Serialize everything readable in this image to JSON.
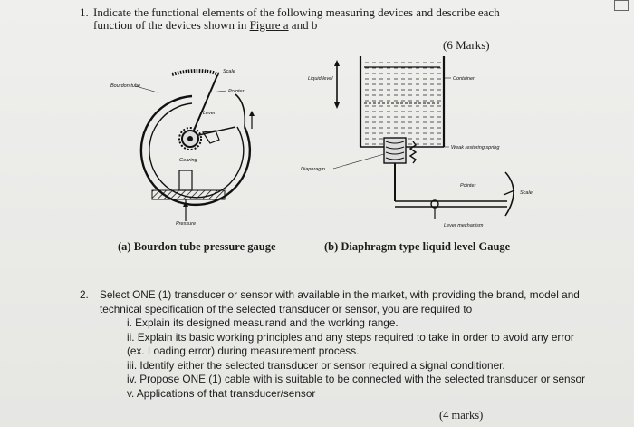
{
  "question1": {
    "number": "1.",
    "text_line1": "Indicate the functional elements of the following measuring devices and describe each",
    "text_line2_pre": "function of the devices shown in ",
    "figure_ref": "Figure  a",
    "text_line2_post": " and b",
    "marks": "(6 Marks)"
  },
  "figure_a": {
    "caption": "(a) Bourdon tube pressure gauge",
    "labels": {
      "bourdon_tube": "Bourdon tube",
      "scale": "Scale",
      "pointer": "Pointer",
      "lever": "Lever",
      "gearing": "Gearing",
      "pressure": "Pressure"
    }
  },
  "figure_b": {
    "caption": "(b) Diaphragm type liquid level Gauge",
    "labels": {
      "container": "Container",
      "liquid_level": "Liquid level",
      "weak_spring": "Weak restoring spring",
      "diaphragm": "Diaphragm",
      "pointer": "Pointer",
      "scale": "Scale",
      "lever_mechanism": "Lever mechanism"
    }
  },
  "question2": {
    "number": "2.",
    "intro": "Select ONE (1) transducer or sensor with available in the market, with providing the brand, model and technical specification of the selected transducer or sensor, you are required to",
    "items": [
      "i. Explain its designed measurand and the working range.",
      "ii. Explain its basic working principles and any steps required to take in order to avoid any error (ex. Loading error) during measurement process.",
      "iii. Identify either the selected transducer or sensor required a signal conditioner.",
      "iv. Propose ONE (1) cable with is suitable to be connected with the selected transducer or sensor",
      "v. Applications of that transducer/sensor"
    ],
    "marks": "(4 marks)"
  }
}
